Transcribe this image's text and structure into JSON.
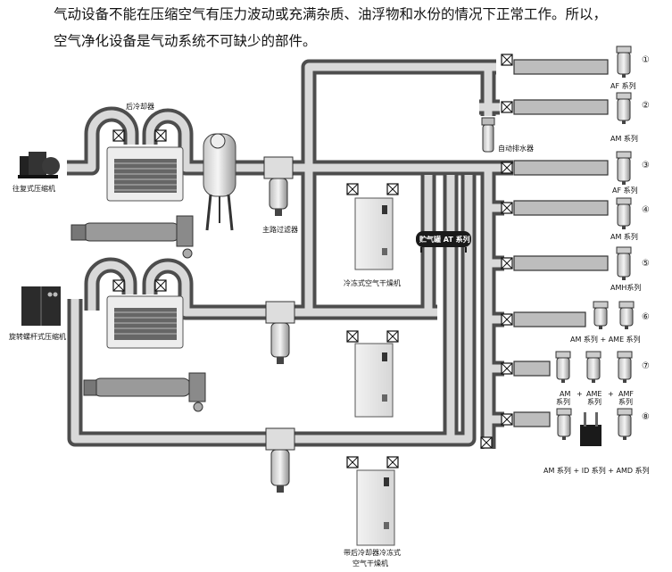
{
  "intro": {
    "line1": "气动设备不能在压缩空气有压力波动或充满杂质、油浮物和水份的情况下正常工作。所以，",
    "line2": "空气净化设备是气动系统不可缺少的部件。"
  },
  "labels": {
    "after_cooler": "后冷却器",
    "reciprocating_compressor": "往复式压缩机",
    "screw_compressor": "旋转螺杆式压缩机",
    "main_line_filter": "主路过滤器",
    "refrigerated_dryer": "冷冻式空气干燥机",
    "refrigerated_dryer_aftercooler_line1": "带后冷却器冷冻式",
    "refrigerated_dryer_aftercooler_line2": "空气干燥机",
    "air_tank": "贮气罐 AT 系列",
    "auto_drain": "自动排水器"
  },
  "outlets": [
    {
      "num": "①",
      "caption": "AF 系列"
    },
    {
      "num": "②",
      "caption": "AM 系列"
    },
    {
      "num": "③",
      "caption": "AF 系列"
    },
    {
      "num": "④",
      "caption": "AM 系列"
    },
    {
      "num": "⑤",
      "caption": "AMH系列"
    },
    {
      "num": "⑥",
      "caption": "AM 系列 + AME 系列"
    },
    {
      "num": "⑦",
      "caption": ""
    },
    {
      "num": "⑧",
      "caption": "AM 系列 + ID 系列 + AMD 系列"
    }
  ],
  "outlet7_parts": {
    "am": "AM",
    "am_sub": "系列",
    "ame": "AME",
    "ame_sub": "系列",
    "amf": "AMF",
    "amf_sub": "系列",
    "plus": "+"
  }
}
